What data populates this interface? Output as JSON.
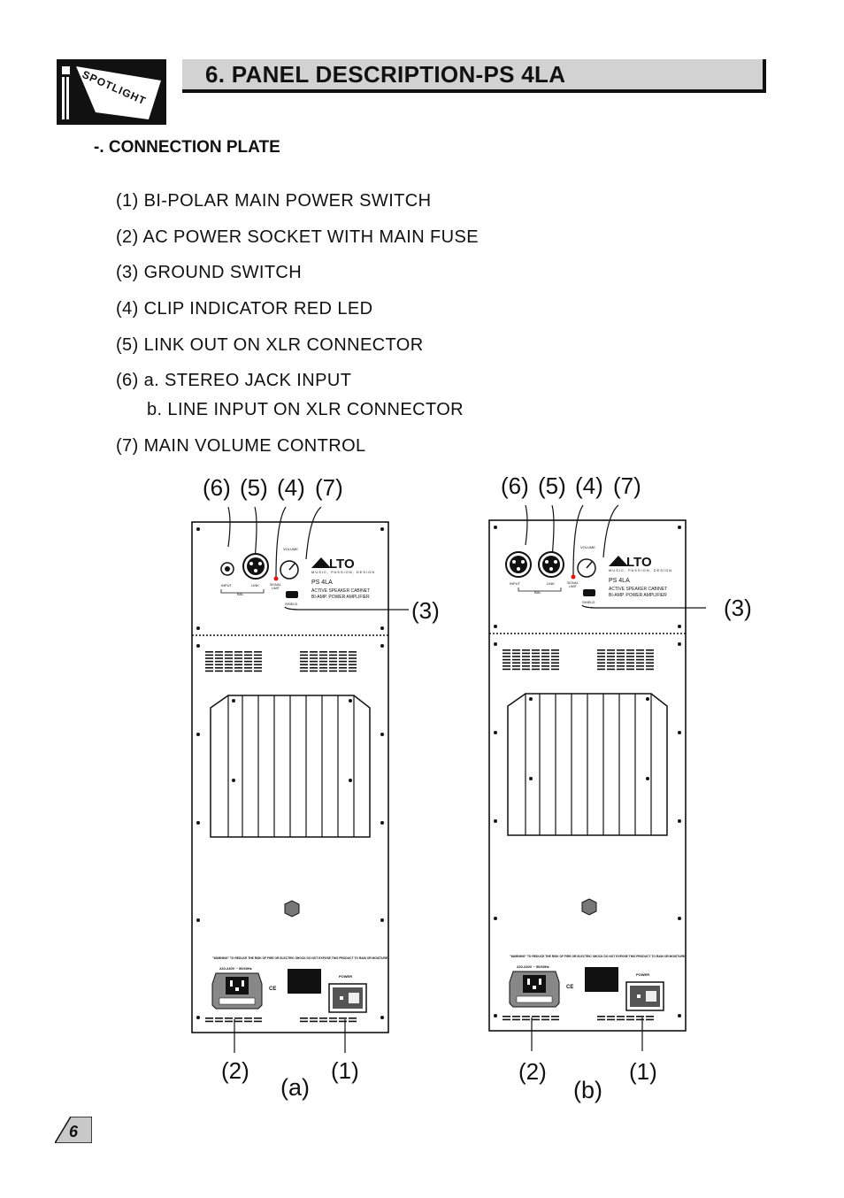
{
  "header": {
    "logo_text": "SPOTLIGHT",
    "title": "6. PANEL DESCRIPTION-PS 4LA"
  },
  "section_heading": "-. CONNECTION PLATE",
  "items": [
    "(1) BI-POLAR MAIN POWER SWITCH",
    "(2) AC POWER SOCKET WITH MAIN FUSE",
    "(3) GROUND SWITCH",
    "(4) CLIP INDICATOR RED LED",
    "(5) LINK OUT ON XLR CONNECTOR",
    "(6) a. STEREO JACK INPUT",
    "b. LINE INPUT ON XLR CONNECTOR",
    "(7) MAIN VOLUME CONTROL"
  ],
  "diagram": {
    "callouts_top": [
      "(6)",
      "(5)",
      "(4)",
      "(7)"
    ],
    "callout_ground": "(3)",
    "callout_power_socket": "(2)",
    "callout_power_switch": "(1)",
    "panel_a_label": "(a)",
    "panel_b_label": "(b)",
    "panel_text": {
      "brand": "LTO",
      "tagline": "MUSIC, PASSION, DESIGN",
      "model": "PS 4LA",
      "line1": "ACTIVE SPEAKER CABINET",
      "line2": "BI-AMP. POWER AMPLIFIER",
      "volume": "VOLUME",
      "input": "INPUT",
      "link": "LINK",
      "bal": "BAL",
      "signal": "SIGNAL",
      "limit": "LIMIT",
      "shield": "SHIELD",
      "warning": "\"WARNING\" TO REDUCE THE RISK OF FIRE OR ELECTRIC SHOCK DO NOT EXPOSE THIS PRODUCT TO RAIN OR MOISTURE.",
      "voltage": "220-240V ~ 50/60Hz",
      "power": "POWER"
    }
  },
  "page_number": "6"
}
